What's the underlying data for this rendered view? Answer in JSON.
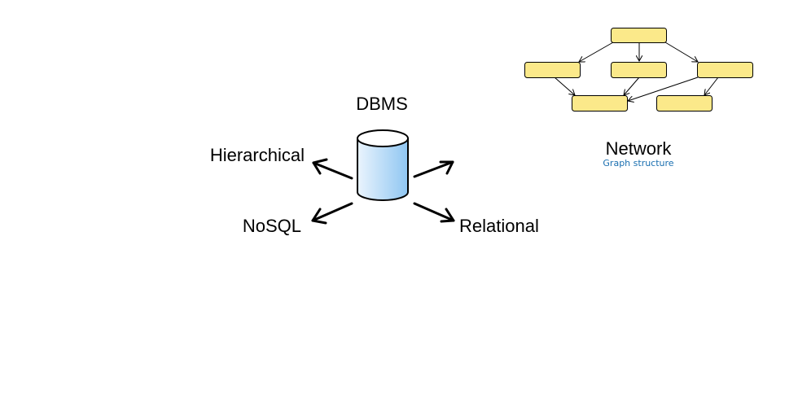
{
  "center": {
    "label": "DBMS"
  },
  "models": {
    "hierarchical": "Hierarchical",
    "nosql": "NoSQL",
    "relational": "Relational",
    "network": "Network"
  },
  "network_caption": "Graph structure",
  "colors": {
    "node_fill": "#fbe98a",
    "caption": "#1a6fb0",
    "cylinder_light": "#eaf4fd",
    "cylinder_dark": "#8fc6f2"
  }
}
